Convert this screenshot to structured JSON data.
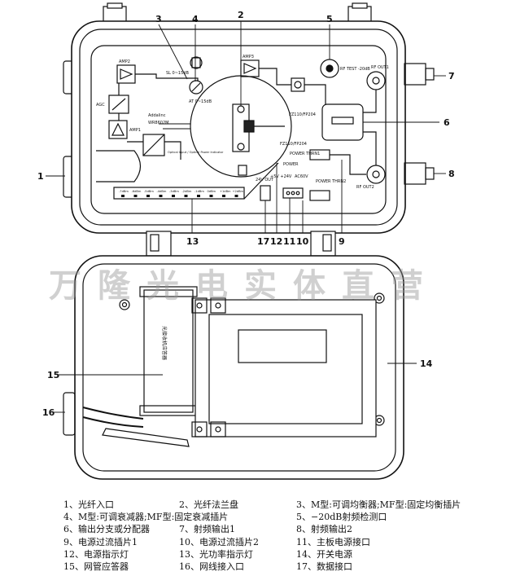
{
  "callouts": [
    "1",
    "2",
    "3",
    "4",
    "5",
    "6",
    "7",
    "8",
    "9",
    "10",
    "11",
    "12",
    "13",
    "14",
    "15",
    "16",
    "17"
  ],
  "module_labels": {
    "amp2": "AMP2",
    "amp3": "AMP3",
    "amp1": "AMP1",
    "agc": "AGC",
    "sl": "SL 0~15dB",
    "at": "AT 0~15dB",
    "model": "WR8602M",
    "brand": "Addalinc",
    "optical": "Optical Input / Optical Power Indicator",
    "rf_test": "RF TEST -20dB",
    "rf_out1": "RF OUT1",
    "rf_out2": "RF OUT2",
    "fz_top": "FZ110/FP204",
    "fz_bottom": "FZ110/FP204",
    "power_thrn1": "POWER THRN1",
    "power_thrn2": "POWER THRN2",
    "power": "POWER",
    "v24_out": "24V OUT",
    "v5v24": "+5V +24V",
    "ac60v": "AC60V",
    "transponder": "光接收机应答器",
    "meter_labels": [
      "-7dBm",
      "-6dBm",
      "-5dBm",
      "-4dBm",
      "-3dBm",
      "-2dBm",
      "-1dBm",
      "0dBm",
      "+1dBm",
      "+2dBm"
    ]
  },
  "watermark": "万隆光电实体直营",
  "legend": [
    [
      "1、光纤入口",
      "2、光纤法兰盘",
      "3、M型:可调均衡器;MF型:固定均衡插片"
    ],
    [
      "4、M型:可调衰减器;MF型:固定衰减插片",
      "",
      "5、−20dB射频检测口"
    ],
    [
      "6、输出分支或分配器",
      "7、射频输出1",
      "8、射频输出2"
    ],
    [
      "9、电源过流插片1",
      "10、电源过流插片2",
      "11、主板电源接口"
    ],
    [
      "12、电源指示灯",
      "13、光功率指示灯",
      "14、开关电源"
    ],
    [
      "15、网管应答器",
      "16、网线接入口",
      "17、数据接口"
    ]
  ]
}
